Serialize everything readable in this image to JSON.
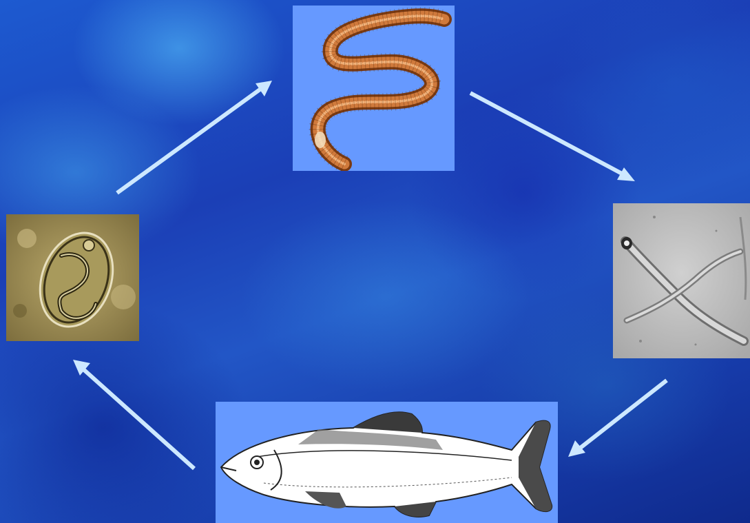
{
  "diagram": {
    "type": "life-cycle",
    "stages": [
      {
        "id": "adult-worm",
        "icon": "worm-illustration",
        "label": ""
      },
      {
        "id": "larva",
        "icon": "larva-micrograph",
        "label": ""
      },
      {
        "id": "fish-host",
        "icon": "fish-illustration",
        "label": ""
      },
      {
        "id": "egg",
        "icon": "egg-micrograph",
        "label": ""
      }
    ],
    "flow": [
      "adult-worm",
      "larva",
      "fish-host",
      "egg",
      "adult-worm"
    ]
  },
  "colors": {
    "panel_blue": "#6699ff",
    "arrow": "#cde8ff",
    "background": "#1b3fb6"
  }
}
